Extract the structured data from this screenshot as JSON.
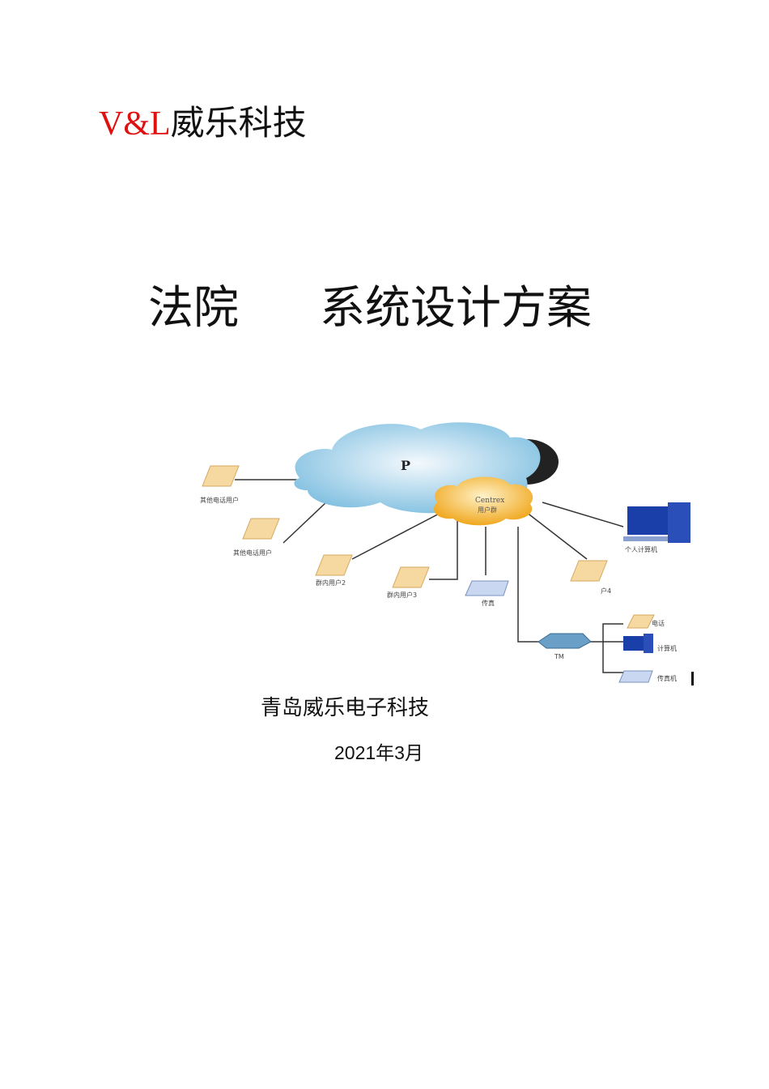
{
  "brand": {
    "logo": "V&L",
    "name": "威乐科技"
  },
  "title": {
    "part1": "法院",
    "part2": "系统设计方案"
  },
  "diagram": {
    "pstn_label": "P",
    "centrex_label": "Centrex",
    "centrex_sub": "用户群",
    "labels": {
      "other_user_1": "其他电话用户",
      "other_user_2": "其他电话用户",
      "group_user_2": "群内用户2",
      "group_user_3": "群内用户3",
      "fax": "传真",
      "pc": "个人计算机",
      "user_4": "户4",
      "tm": "TM",
      "phone": "电话",
      "computer": "计算机",
      "fax_machine": "传真机"
    }
  },
  "footer": {
    "company": "青岛威乐电子科技",
    "date": "2021年3月"
  }
}
